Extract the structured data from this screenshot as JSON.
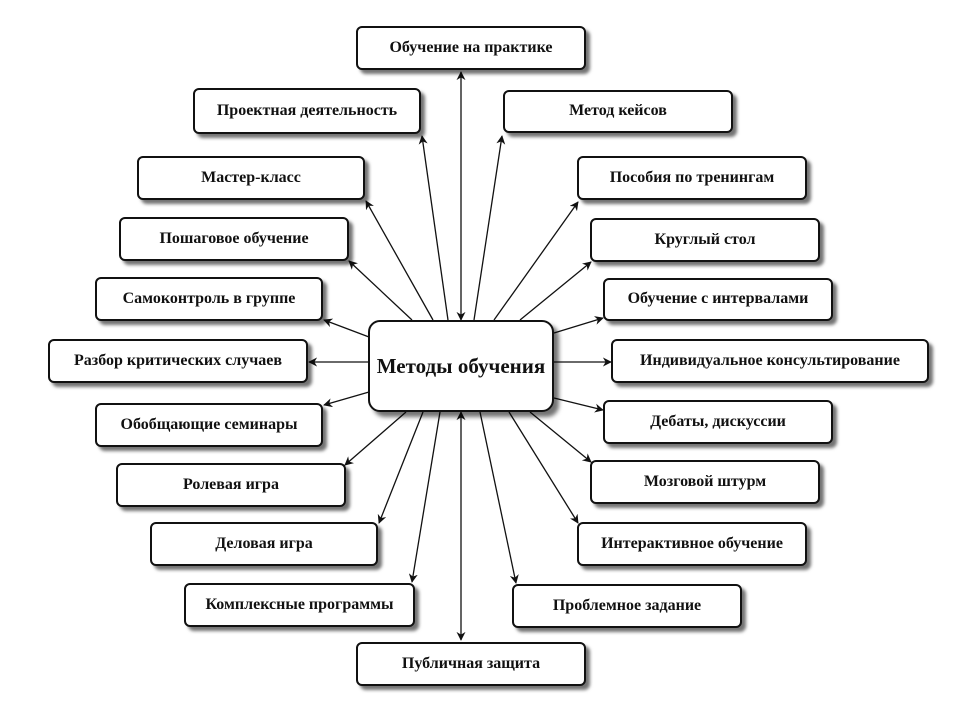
{
  "diagram": {
    "center": {
      "label": "Методы обучения"
    },
    "nodes": [
      {
        "id": "practice",
        "label": "Обучение на практике"
      },
      {
        "id": "project",
        "label": "Проектная деятельность"
      },
      {
        "id": "cases",
        "label": "Метод кейсов"
      },
      {
        "id": "masterclass",
        "label": "Мастер-класс"
      },
      {
        "id": "trainings",
        "label": "Пособия по тренингам"
      },
      {
        "id": "stepwise",
        "label": "Пошаговое обучение"
      },
      {
        "id": "roundtable",
        "label": "Круглый стол"
      },
      {
        "id": "selfcontrol",
        "label": "Самоконтроль в группе"
      },
      {
        "id": "intervals",
        "label": "Обучение с интервалами"
      },
      {
        "id": "critical",
        "label": "Разбор критических случаев"
      },
      {
        "id": "individual",
        "label": "Индивидуальное консультирование"
      },
      {
        "id": "seminars",
        "label": "Обобщающие семинары"
      },
      {
        "id": "debates",
        "label": "Дебаты, дискуссии"
      },
      {
        "id": "roleplay",
        "label": "Ролевая игра"
      },
      {
        "id": "brainstorm",
        "label": "Мозговой штурм"
      },
      {
        "id": "business",
        "label": "Деловая игра"
      },
      {
        "id": "interactive",
        "label": "Интерактивное обучение"
      },
      {
        "id": "complex",
        "label": "Комплексные программы"
      },
      {
        "id": "problem",
        "label": "Проблемное задание"
      },
      {
        "id": "public",
        "label": "Публичная защита"
      }
    ]
  }
}
